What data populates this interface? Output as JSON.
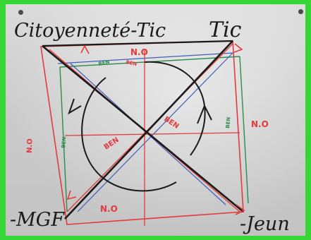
{
  "flipchart": {
    "top_left_label": "Citoyenneté-Tic",
    "top_right_label": "Tic",
    "bottom_left_label": "-MGF",
    "bottom_right_label": "-Jeun",
    "top_edge_label": "N.O",
    "right_edge_label": "N.O",
    "bottom_edge_label": "N.O",
    "left_edge_label": "N.O",
    "diagonal_label_1": "BEN",
    "diagonal_label_2": "BEN",
    "small_label_top": "BEN",
    "small_label_top_right": "BEN",
    "small_label_left": "BEN",
    "small_label_right": "BEN"
  },
  "colors": {
    "border": "#35d635",
    "black_marker": "#1a1a1a",
    "red_marker": "#e23b3b",
    "green_marker": "#2f8a4d",
    "blue_marker": "#3d5fb8"
  }
}
